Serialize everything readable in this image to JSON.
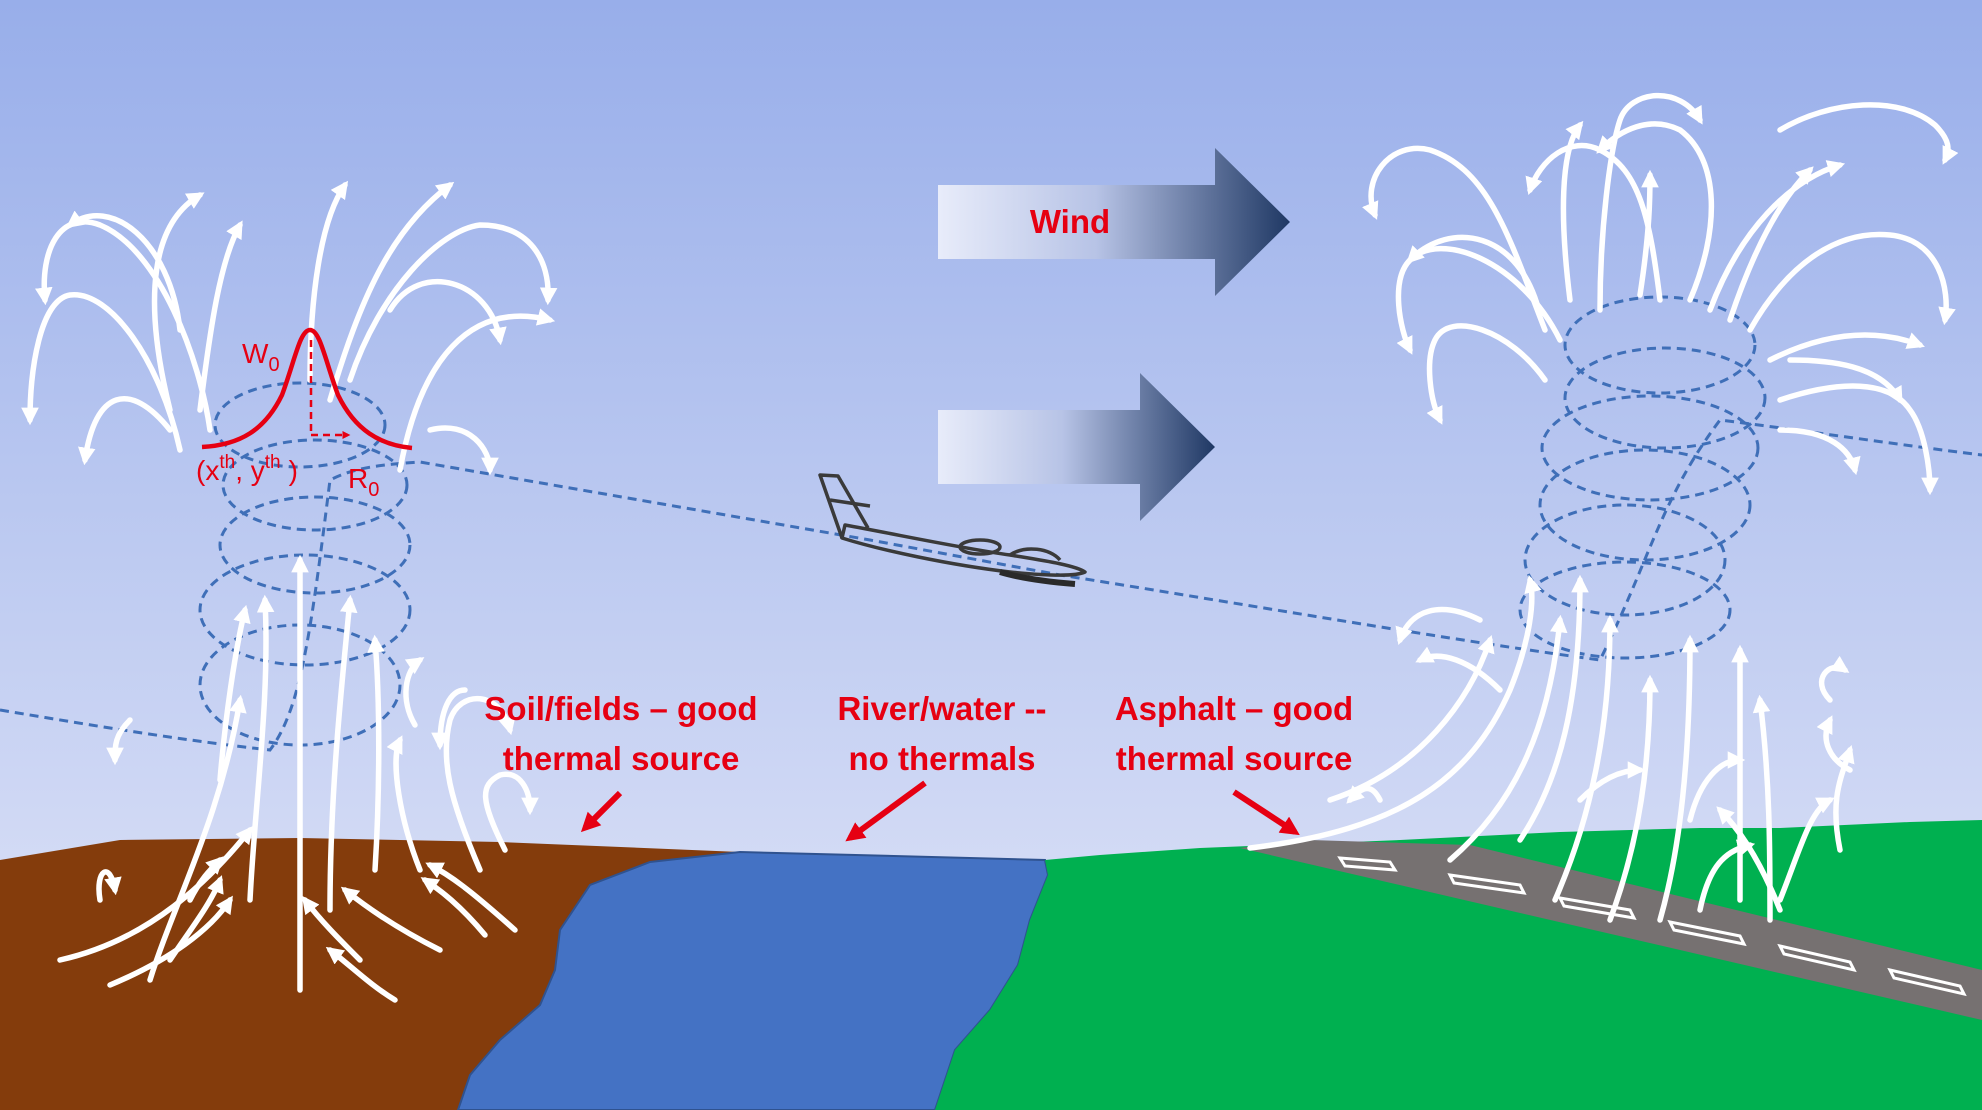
{
  "colors": {
    "sky_top": "#98aeea",
    "sky_bottom": "#e3e7f8",
    "soil": "#843c0c",
    "water": "#4472c4",
    "grass": "#00b050",
    "runway": "#767171",
    "label_red": "#e60012",
    "ring_blue": "#3f6fb8",
    "wind_arrow_dark": "#1f3864"
  },
  "labels": {
    "wind": "Wind",
    "soil_line1": "Soil/fields – good",
    "soil_line2": "thermal source",
    "river_line1": "River/water --",
    "river_line2": "no thermals",
    "asphalt_line1": "Asphalt – good",
    "asphalt_line2": "thermal source"
  },
  "symbols": {
    "w0_base": "W",
    "w0_sub": "0",
    "r0_base": "R",
    "r0_sub": "0",
    "center_open": "(x",
    "center_x_sup": "th",
    "center_mid": ", y",
    "center_y_sup": "th",
    "center_close": ")"
  },
  "icons": {
    "glider": "glider-icon",
    "wind_arrow": "block-arrow-right-icon",
    "thermal_flow": "curved-arrow-icon"
  }
}
